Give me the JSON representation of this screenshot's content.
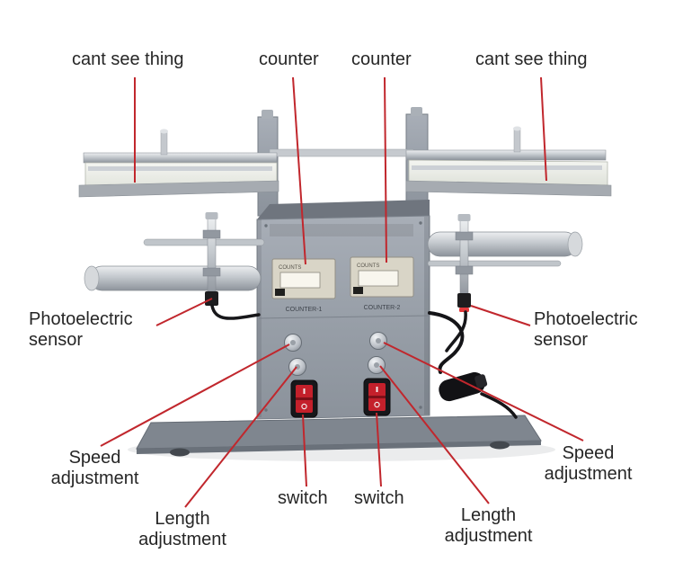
{
  "figure": {
    "type": "annotated-product-diagram",
    "colors": {
      "callout_line": "#c1272d",
      "machine_body": "#989fa8",
      "switch_red": "#c4202b",
      "label_text": "#262626"
    },
    "labels": {
      "tray_left": "cant see thing",
      "counter_left": "counter",
      "counter_right": "counter",
      "tray_right": "cant see thing",
      "sensor_left_line1": "Photoelectric",
      "sensor_left_line2": "sensor",
      "sensor_right_line1": "Photoelectric",
      "sensor_right_line2": "sensor",
      "speed_left_line1": "Speed",
      "speed_left_line2": "adjustment",
      "speed_right_line1": "Speed",
      "speed_right_line2": "adjustment",
      "length_left_line1": "Length",
      "length_left_line2": "adjustment",
      "length_right_line1": "Length",
      "length_right_line2": "adjustment",
      "switch_left": "switch",
      "switch_right": "switch"
    },
    "machine_text": {
      "counts_left": "COUNTS",
      "counts_right": "COUNTS",
      "counter_label_left": "COUNTER-1",
      "counter_label_right": "COUNTER-2"
    }
  }
}
